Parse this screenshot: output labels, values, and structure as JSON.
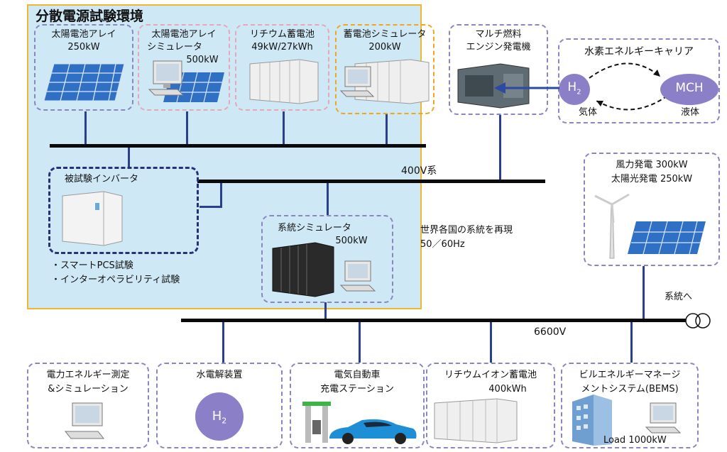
{
  "region_title": "分散電源試験環境",
  "devices": {
    "solar_array": {
      "line1": "太陽電池アレイ",
      "line2": "250kW"
    },
    "solar_sim": {
      "line1": "太陽電池アレイ",
      "line2": "シミュレータ",
      "line3": "500kW"
    },
    "lithium_battery": {
      "line1": "リチウム蓄電池",
      "line2": "49kW/27kWh"
    },
    "battery_sim": {
      "line1": "蓄電池シミュレータ",
      "line2": "200kW"
    },
    "multi_fuel": {
      "line1": "マルチ燃料",
      "line2": "エンジン発電機"
    },
    "hydrogen_carrier": {
      "title": "水素エネルギーキャリア",
      "h2": "H",
      "h2_sub": "2",
      "mch": "MCH",
      "gas": "気体",
      "liquid": "液体"
    },
    "inverter_test": {
      "title": "被試験インバータ"
    },
    "grid_sim": {
      "line1": "系統シミュレータ",
      "line2": "500kW"
    },
    "wind_solar": {
      "line1": "風力発電 300kW",
      "line2": "太陽光発電 250kW"
    },
    "power_measure": {
      "line1": "電力エネルギー測定",
      "line2": "&シミュレーション"
    },
    "electrolyzer": {
      "line1": "水電解装置",
      "h2": "H",
      "h2_sub": "2"
    },
    "ev_station": {
      "line1": "電気自動車",
      "line2": "充電ステーション"
    },
    "li_ion_large": {
      "line1": "リチウムイオン蓄電池",
      "line2": "400kWh"
    },
    "bems": {
      "line1": "ビルエネルギーマネージ",
      "line2": "メントシステム(BEMS)",
      "load": "Load 1000kW"
    }
  },
  "annotations": {
    "bus_400v": "400V系",
    "bus_6600v": "6600V",
    "to_grid": "系統へ",
    "world_grid_1": "世界各国の系統を再現",
    "world_grid_2": "50／60Hz",
    "test_item_1": "・スマートPCS試験",
    "test_item_2": "・インターオペラビリティ試験"
  },
  "colors": {
    "region_fill": "#cfe8f6",
    "region_border": "#f0b72f",
    "box_dash": "#8a86c0",
    "box_pink": "#e4a9b6",
    "box_orange": "#f0a61e",
    "box_navy": "#27317a",
    "bus": "#0a0a0a",
    "connector": "#2b3f8f",
    "h2_circle": "#8b7fc7"
  }
}
